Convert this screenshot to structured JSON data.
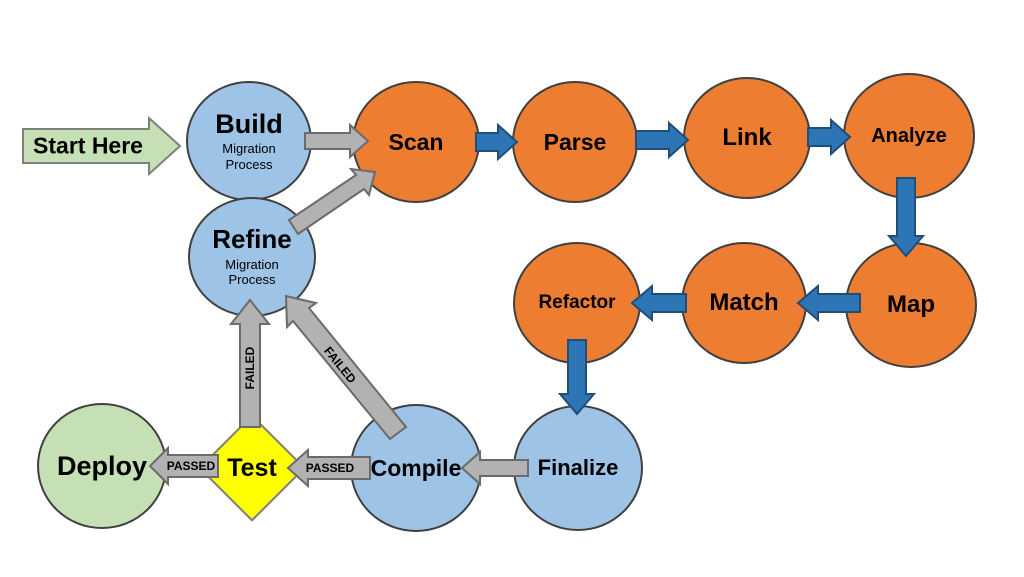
{
  "diagram": {
    "background": "#FFFFFF",
    "colors": {
      "circle_blue": "#9DC3E6",
      "circle_orange": "#ED7D31",
      "circle_green": "#C5E0B4",
      "diamond_yellow": "#FFFF00",
      "arrow_gray": "#B2B2B2",
      "arrow_gray_border": "#6B6B6B",
      "arrow_blue": "#2E75B6",
      "arrow_blue_border": "#1F4E79",
      "start_arrow_green": "#C5E0B4",
      "start_arrow_border": "#7F7F7F",
      "node_border": "#404040",
      "text": "#000000"
    },
    "start": {
      "label": "Start Here"
    },
    "nodes": [
      {
        "id": "build",
        "label": "Build",
        "sublabel": "Migration Process",
        "shape": "circle",
        "fill": "#9DC3E6"
      },
      {
        "id": "refine",
        "label": "Refine",
        "sublabel": "Migration Process",
        "shape": "circle",
        "fill": "#9DC3E6"
      },
      {
        "id": "scan",
        "label": "Scan",
        "shape": "circle",
        "fill": "#ED7D31"
      },
      {
        "id": "parse",
        "label": "Parse",
        "shape": "circle",
        "fill": "#ED7D31"
      },
      {
        "id": "link",
        "label": "Link",
        "shape": "circle",
        "fill": "#ED7D31"
      },
      {
        "id": "analyze",
        "label": "Analyze",
        "shape": "circle",
        "fill": "#ED7D31"
      },
      {
        "id": "map",
        "label": "Map",
        "shape": "circle",
        "fill": "#ED7D31"
      },
      {
        "id": "match",
        "label": "Match",
        "shape": "circle",
        "fill": "#ED7D31"
      },
      {
        "id": "refactor",
        "label": "Refactor",
        "shape": "circle",
        "fill": "#ED7D31"
      },
      {
        "id": "finalize",
        "label": "Finalize",
        "shape": "circle",
        "fill": "#9DC3E6"
      },
      {
        "id": "compile",
        "label": "Compile",
        "shape": "circle",
        "fill": "#9DC3E6"
      },
      {
        "id": "test",
        "label": "Test",
        "shape": "diamond",
        "fill": "#FFFF00"
      },
      {
        "id": "deploy",
        "label": "Deploy",
        "shape": "circle",
        "fill": "#C5E0B4"
      }
    ],
    "edges": [
      {
        "from": "Build",
        "to": "Scan",
        "color": "#B2B2B2"
      },
      {
        "from": "Scan",
        "to": "Parse",
        "color": "#2E75B6"
      },
      {
        "from": "Parse",
        "to": "Link",
        "color": "#2E75B6"
      },
      {
        "from": "Link",
        "to": "Analyze",
        "color": "#2E75B6"
      },
      {
        "from": "Analyze",
        "to": "Map",
        "color": "#2E75B6"
      },
      {
        "from": "Map",
        "to": "Match",
        "color": "#2E75B6"
      },
      {
        "from": "Match",
        "to": "Refactor",
        "color": "#2E75B6"
      },
      {
        "from": "Refactor",
        "to": "Finalize",
        "color": "#2E75B6"
      },
      {
        "from": "Finalize",
        "to": "Compile",
        "color": "#B2B2B2"
      },
      {
        "from": "Compile",
        "to": "Test",
        "label": "PASSED",
        "color": "#B2B2B2"
      },
      {
        "from": "Test",
        "to": "Deploy",
        "label": "PASSED",
        "color": "#B2B2B2"
      },
      {
        "from": "Test",
        "to": "Refine",
        "label": "FAILED",
        "color": "#B2B2B2"
      },
      {
        "from": "Compile",
        "to": "Refine",
        "label": "FAILED",
        "color": "#B2B2B2"
      },
      {
        "from": "Refine",
        "to": "Scan",
        "color": "#B2B2B2"
      }
    ]
  }
}
